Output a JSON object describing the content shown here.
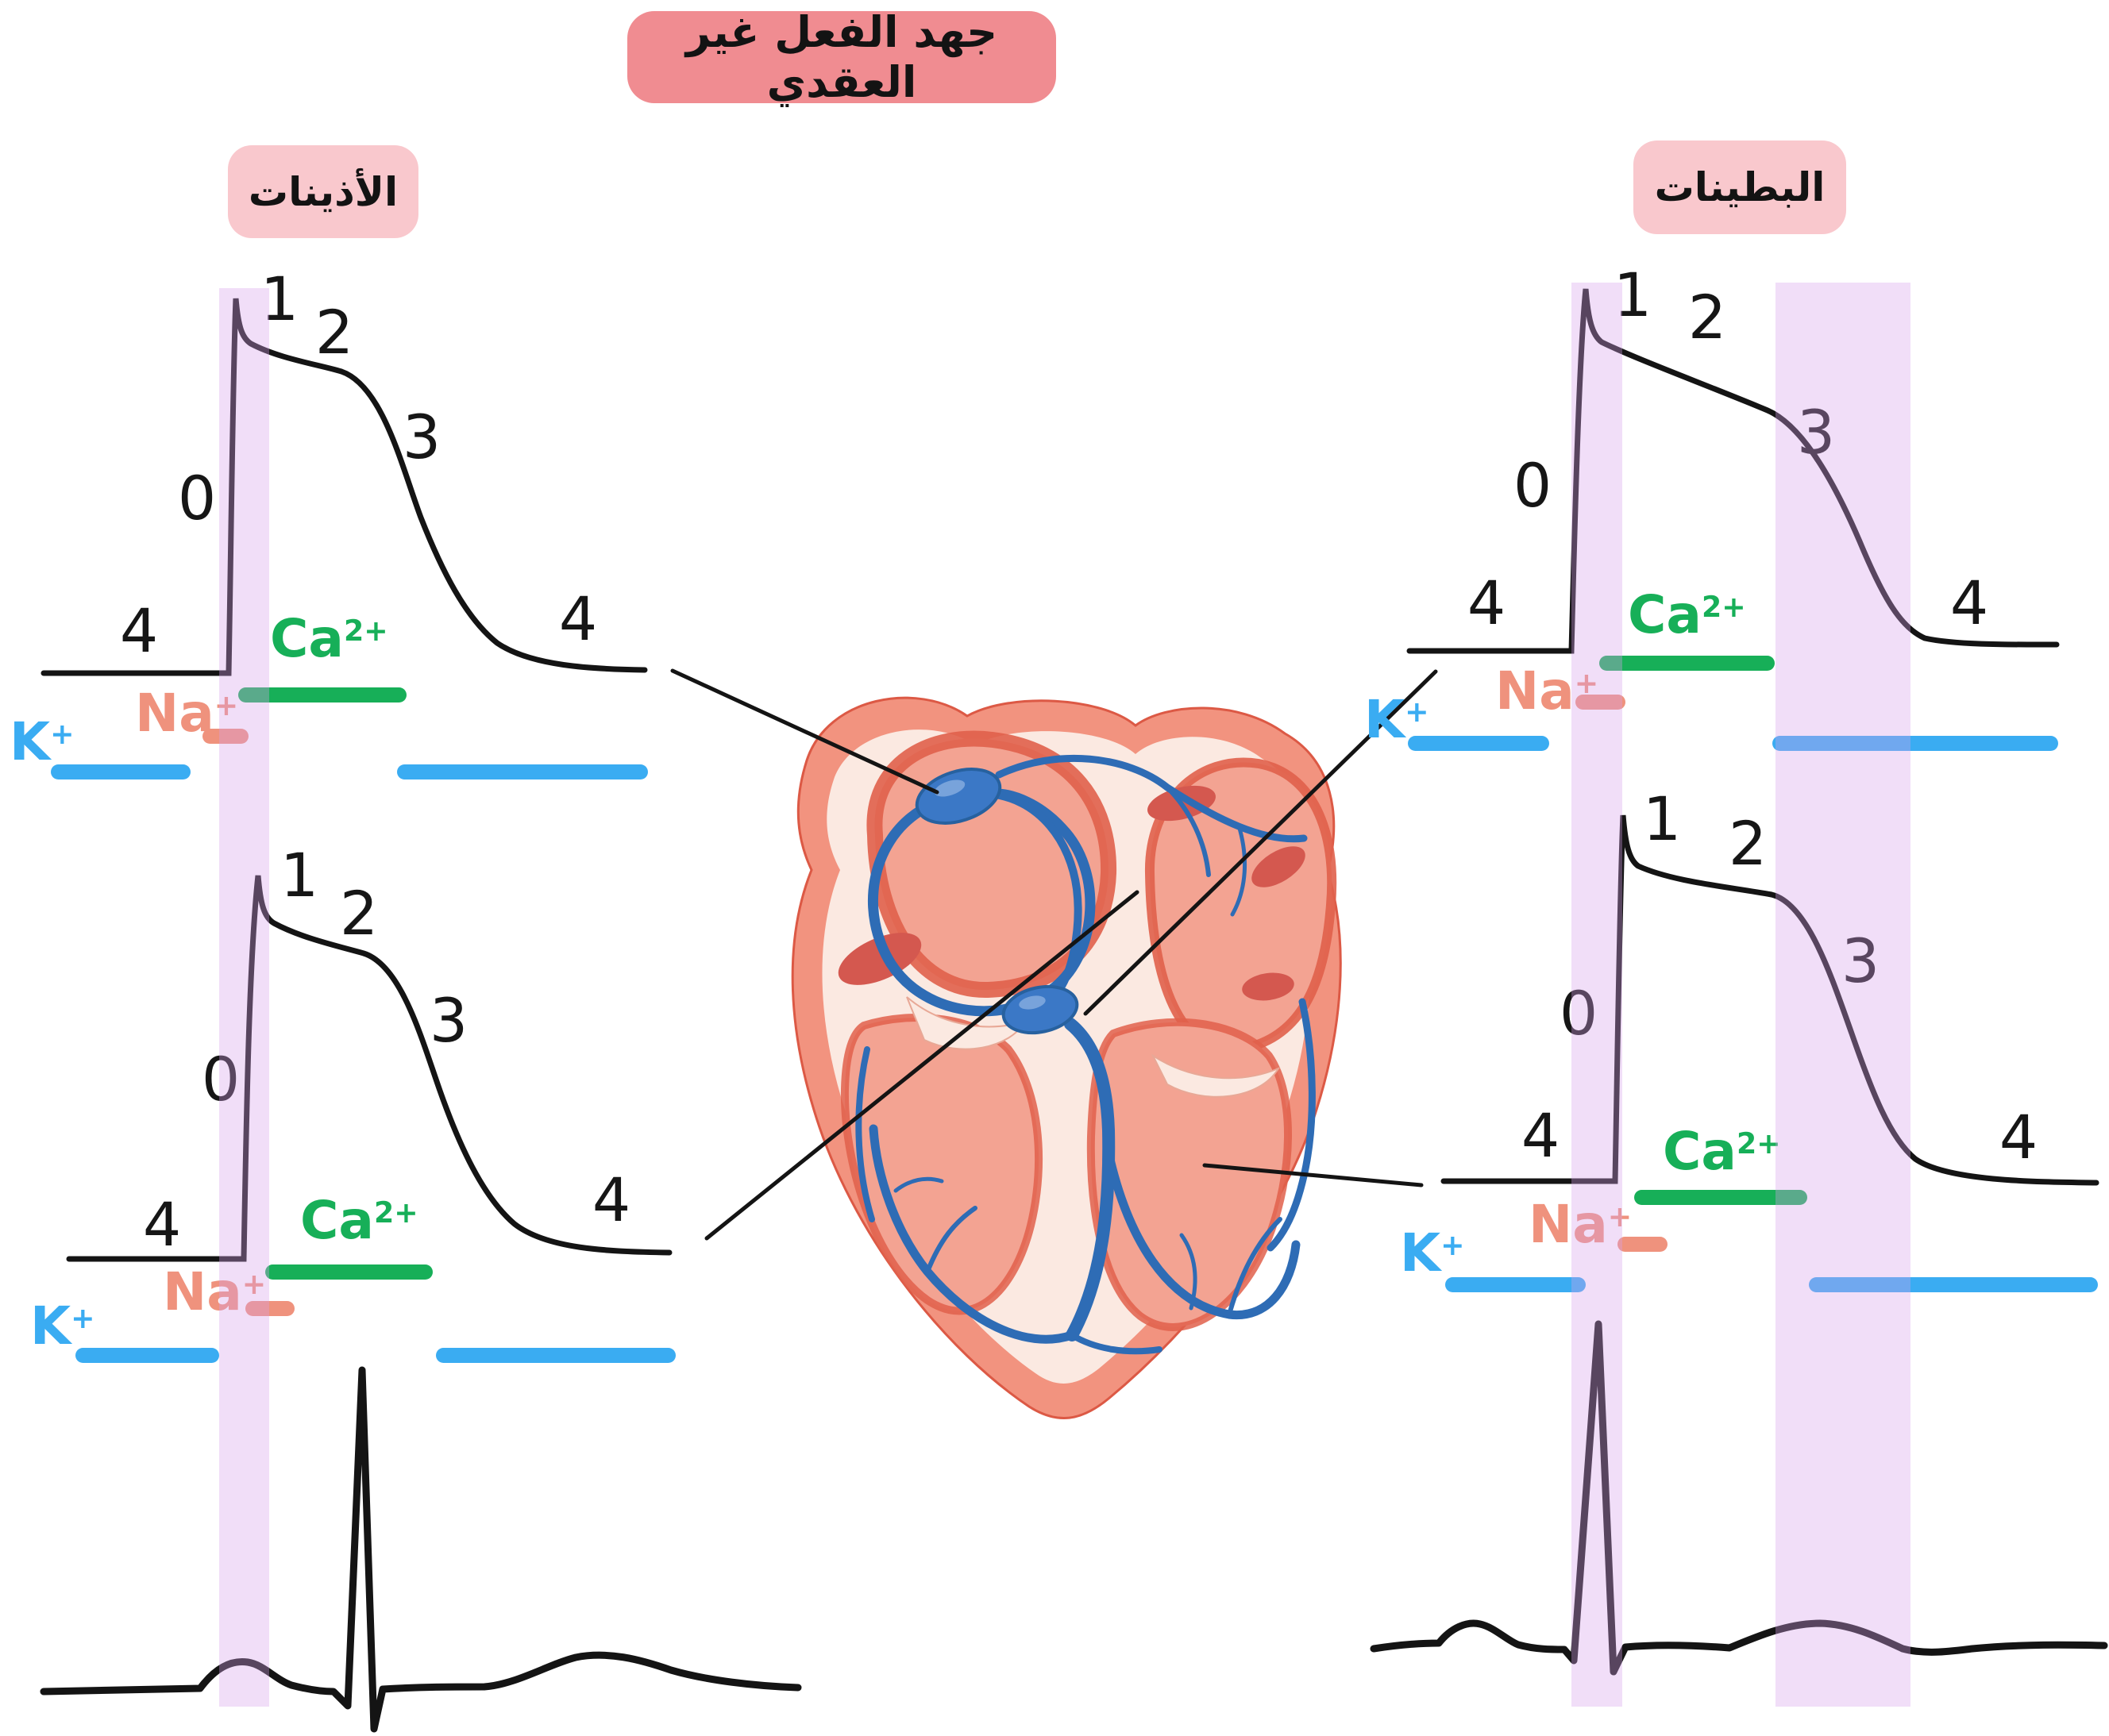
{
  "title": {
    "text": "جهد الفعل غير العقدي"
  },
  "sections": {
    "atria": {
      "label": "الأذينات"
    },
    "ventricles": {
      "label": "البطينات"
    }
  },
  "phase_labels": {
    "p0": "0",
    "p1": "1",
    "p2": "2",
    "p3": "3",
    "p4": "4"
  },
  "ions": {
    "ca": {
      "base": "Ca",
      "sup": "2+"
    },
    "na": {
      "base": "Na",
      "sup": "+"
    },
    "k": {
      "base": "K",
      "sup": "+"
    }
  },
  "colors": {
    "title_box": "#F08C91",
    "section_box": "#F9C8CD",
    "phase_band": "#D7A0EB",
    "ca_green": "#17AF58",
    "na_salmon": "#EF927D",
    "k_blue": "#3AACF2",
    "trace_black": "#141414"
  }
}
